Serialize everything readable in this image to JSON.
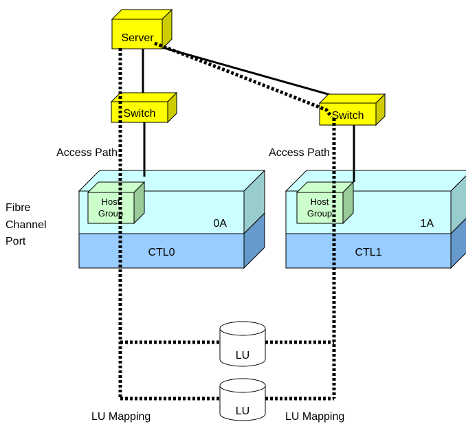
{
  "server": {
    "label": "Server"
  },
  "switches": [
    {
      "label": "Switch"
    },
    {
      "label": "Switch"
    }
  ],
  "access_paths": [
    {
      "label": "Access Path"
    },
    {
      "label": "Access Path"
    }
  ],
  "port_label": {
    "line1": "Fibre",
    "line2": "Channel",
    "line3": "Port"
  },
  "ports": [
    {
      "name": "0A",
      "controller": "CTL0",
      "host_group": {
        "line1": "Host",
        "line2": "Group"
      }
    },
    {
      "name": "1A",
      "controller": "CTL1",
      "host_group": {
        "line1": "Host",
        "line2": "Group"
      }
    }
  ],
  "lus": [
    {
      "label": "LU"
    },
    {
      "label": "LU"
    }
  ],
  "lu_mapping": [
    {
      "label": "LU Mapping"
    },
    {
      "label": "LU Mapping"
    }
  ],
  "colors": {
    "device_yellow": "#ffff00",
    "device_yellow_side": "#cccc00",
    "port_cyan": "#ccffff",
    "port_cyan_side": "#99cccc",
    "ctl_blue": "#99ccff",
    "ctl_blue_side": "#6699cc",
    "host_group_green": "#ccffcc",
    "host_group_side": "#99cc99"
  }
}
